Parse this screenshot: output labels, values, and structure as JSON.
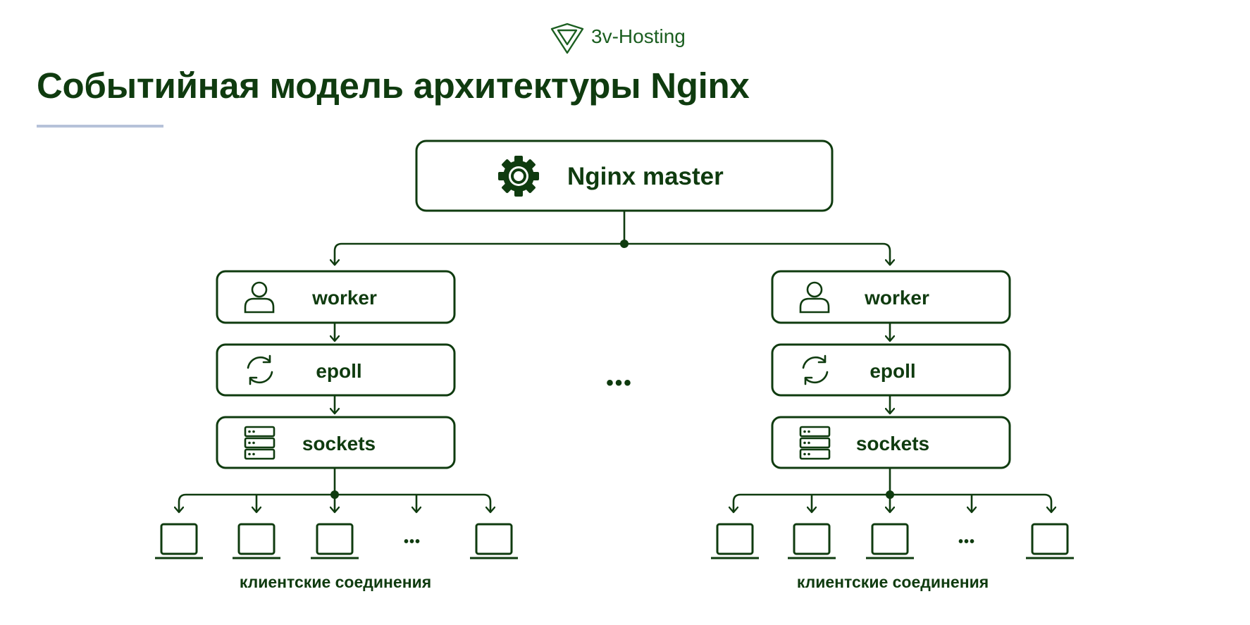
{
  "brand": {
    "name": "3v-Hosting",
    "logo_icon": "diamond-v-logo-icon"
  },
  "title": "Событийная модель архитектуры Nginx",
  "colors": {
    "primary": "#0f3b0f",
    "accent_line": "#b6c2d9",
    "background": "#ffffff"
  },
  "master": {
    "label": "Nginx master",
    "icon": "gear-icon"
  },
  "middle_ellipsis": "•••",
  "workers": [
    {
      "id": "left",
      "boxes": [
        {
          "label": "worker",
          "icon": "user-icon"
        },
        {
          "label": "epoll",
          "icon": "refresh-icon"
        },
        {
          "label": "sockets",
          "icon": "server-icon"
        }
      ],
      "client_ellipsis": "•••",
      "clients_label": "клиентские соединения"
    },
    {
      "id": "right",
      "boxes": [
        {
          "label": "worker",
          "icon": "user-icon"
        },
        {
          "label": "epoll",
          "icon": "refresh-icon"
        },
        {
          "label": "sockets",
          "icon": "server-icon"
        }
      ],
      "client_ellipsis": "•••",
      "clients_label": "клиентские соединения"
    }
  ]
}
